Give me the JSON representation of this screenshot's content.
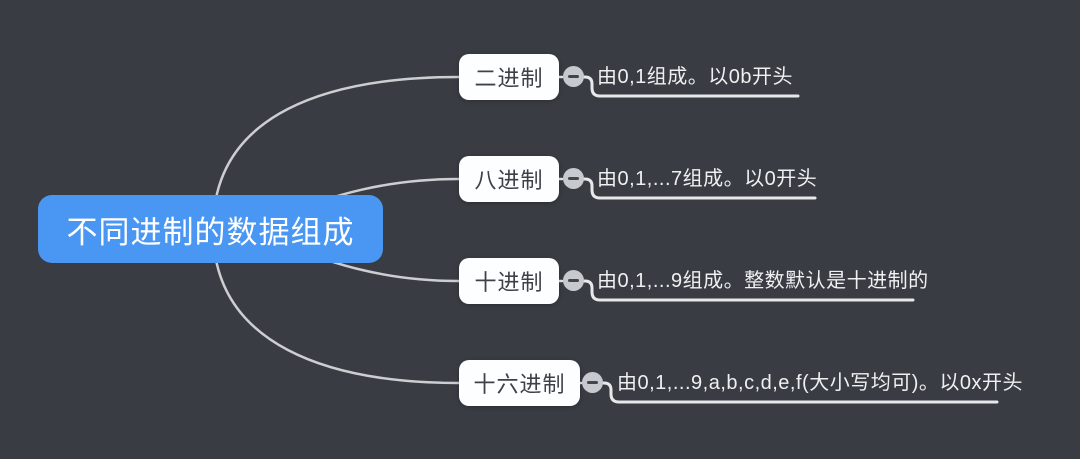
{
  "canvas": {
    "background_color": "#393c42"
  },
  "root": {
    "label": "不同进制的数据组成",
    "fill_color": "#4a97f3",
    "text_color": "#ffffff"
  },
  "branches": [
    {
      "label": "二进制",
      "note": "由0,1组成。以0b开头"
    },
    {
      "label": "八进制",
      "note": "由0,1,...7组成。以0开头"
    },
    {
      "label": "十进制",
      "note": "由0,1,...9组成。整数默认是十进制的"
    },
    {
      "label": "十六进制",
      "note": "由0,1,...9,a,b,c,d,e,f(大小写均可)。以0x开头"
    }
  ],
  "icons": {
    "collapse": "minus-circle"
  },
  "style": {
    "topic_fill": "#fdfeff",
    "topic_text_color": "#3e4248",
    "note_text_color": "#eef0f1",
    "branch_line_color": "#ccced1",
    "underline_color": "#e6e8ea",
    "collapse_fill": "#c6c9cd",
    "collapse_glyph_color": "#42464c"
  }
}
